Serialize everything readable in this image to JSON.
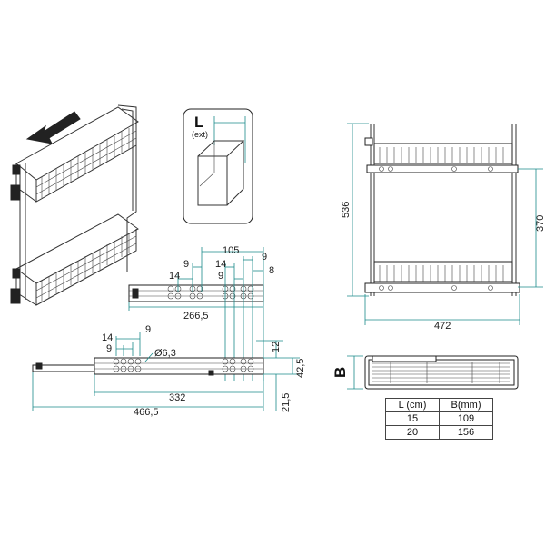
{
  "box_detail": {
    "label": "L",
    "sublabel": "(ext)"
  },
  "top_slide": {
    "dims": [
      "105",
      "9",
      "9",
      "14",
      "14",
      "9",
      "8",
      "266,5"
    ]
  },
  "bottom_slide": {
    "dims": [
      "14",
      "9",
      "9",
      "Ø6,3",
      "332",
      "466,5",
      "12",
      "42,5",
      "21,5"
    ]
  },
  "front_view": {
    "height": "536",
    "inner_height": "370",
    "width": "472"
  },
  "top_view": {
    "label": "B"
  },
  "spec_table": {
    "headers": [
      "L (cm)",
      "B(mm)"
    ],
    "rows": [
      [
        "15",
        "109"
      ],
      [
        "20",
        "156"
      ]
    ]
  },
  "colors": {
    "dimension_line": "#1a8a8a",
    "drawing": "#222222"
  },
  "icons": [
    "arrow-left-icon"
  ]
}
